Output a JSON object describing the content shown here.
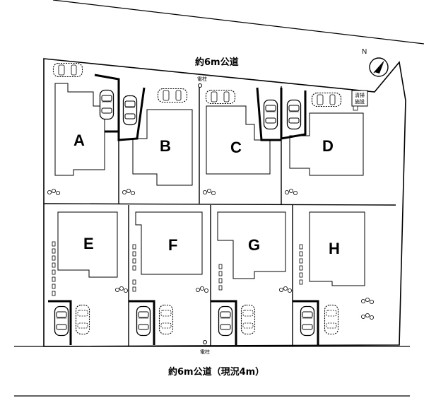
{
  "roads": {
    "north_road_label": "約6m公道",
    "south_road_label": "約6m公道（現況4m）"
  },
  "markers": {
    "pole_top_label": "電柱",
    "pole_bottom_label": "電柱",
    "waste_station_label_line1": "清掃",
    "waste_station_label_line2": "施設"
  },
  "compass": {
    "label": "N"
  },
  "lots": {
    "a": "A",
    "b": "B",
    "c": "C",
    "d": "D",
    "e": "E",
    "f": "F",
    "g": "G",
    "h": "H"
  }
}
